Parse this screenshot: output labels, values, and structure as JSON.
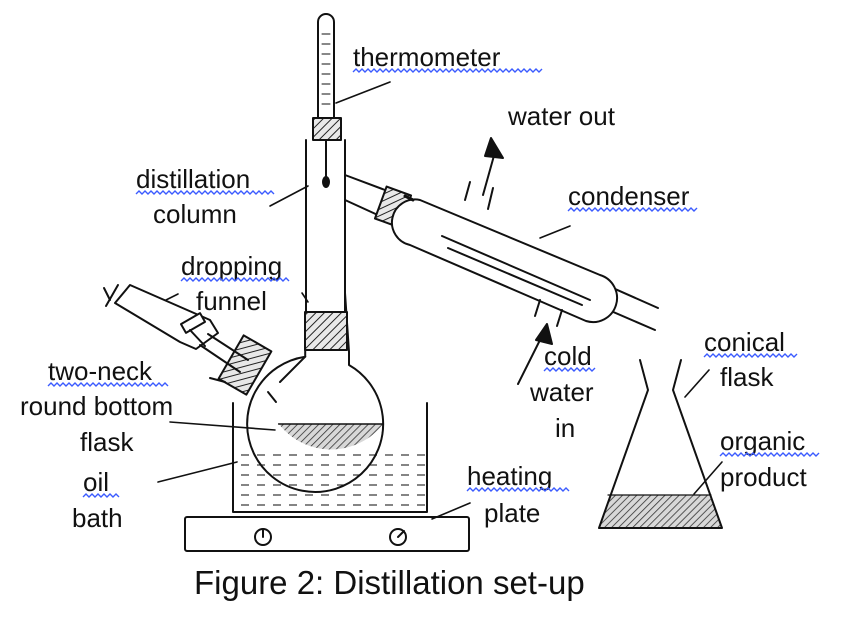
{
  "caption": "Figure 2: Distillation set-up",
  "labels": {
    "thermometer": "thermometer",
    "water_out": "water out",
    "distillation_1": "distillation",
    "distillation_2": "column",
    "condenser": "condenser",
    "dropping_1": "dropping",
    "dropping_2": "funnel",
    "cold_1": "cold",
    "cold_2": "water",
    "cold_3": "in",
    "conical_1": "conical",
    "conical_2": "flask",
    "twoneck_1": "two-neck",
    "twoneck_2": "round bottom",
    "twoneck_3": "flask",
    "organic_1": "organic",
    "organic_2": "product",
    "oil_1": "oil",
    "oil_2": "bath",
    "heating_1": "heating",
    "heating_2": "plate"
  },
  "colors": {
    "ink": "#111111",
    "spellcheck_underline": "#3b5bff",
    "liquid_fill": "#777777"
  }
}
